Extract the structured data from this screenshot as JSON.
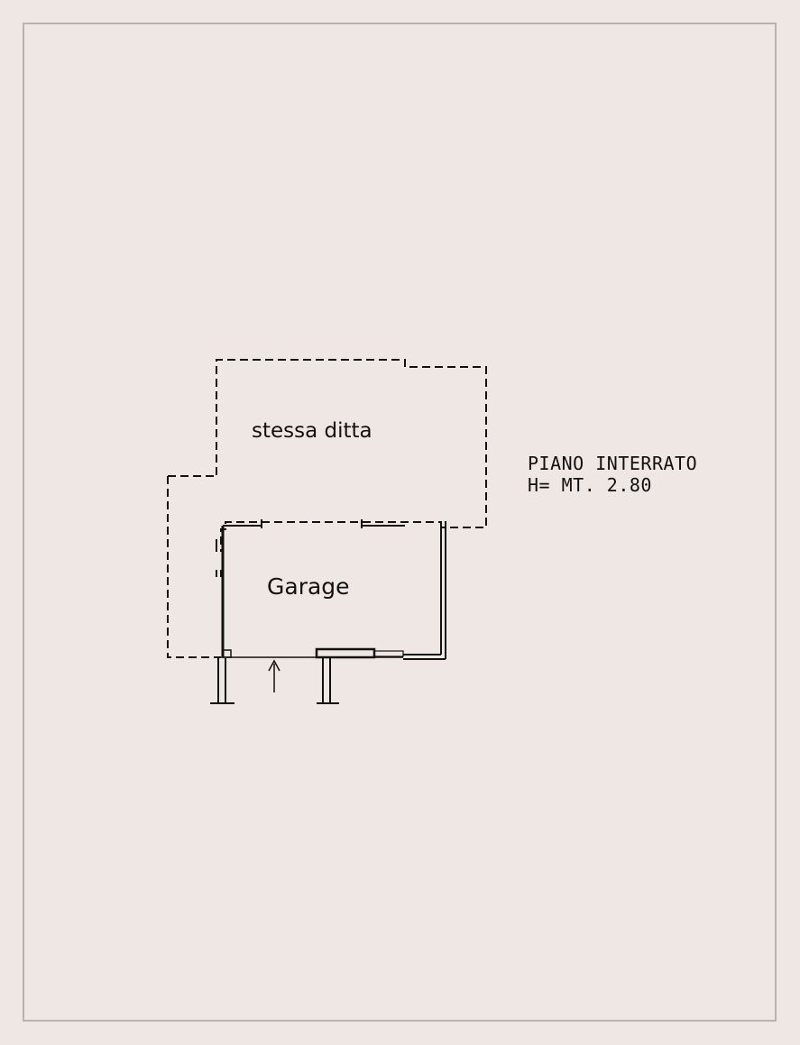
{
  "plan": {
    "rooms": {
      "stessa_ditta": "stessa ditta",
      "garage": "Garage"
    },
    "legend": {
      "floor_name": "PIANO INTERRATO",
      "height": "H= MT. 2.80"
    }
  },
  "colors": {
    "background": "#efe7e4",
    "border": "#b7b2b3",
    "ink": "#111111"
  },
  "icons": {
    "entrance": "arrow-up-icon"
  }
}
